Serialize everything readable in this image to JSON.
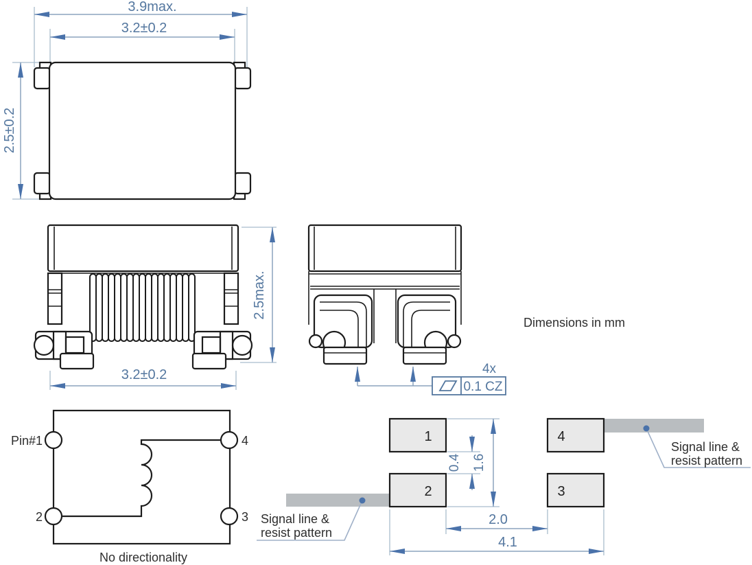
{
  "drawing_note": {
    "units_label": "Dimensions in mm"
  },
  "colors": {
    "drawing_line": "#1c1c1c",
    "dimension_line": "#8ba3bd",
    "dimension_arrow": "#4a72aa",
    "dimension_text": "#54779f",
    "pad_fill": "#e9e9e9",
    "signal_line_fill": "#b9bdc0",
    "label_text": "#2e2e2e"
  },
  "top_view": {
    "overall_width": "3.9max.",
    "body_width": "3.2±0.2",
    "body_depth": "2.5±0.2"
  },
  "front_view": {
    "max_height": "2.5max.",
    "body_width": "3.2±0.2"
  },
  "side_view": {
    "callout_count": "4x",
    "flatness_tolerance": "0.1 CZ"
  },
  "schematic": {
    "pin1_label": "Pin#1",
    "pin2_label": "2",
    "pin3_label": "3",
    "pin4_label": "4",
    "caption": "No directionality"
  },
  "land_pattern": {
    "pads": [
      {
        "label": "1"
      },
      {
        "label": "2"
      },
      {
        "label": "3"
      },
      {
        "label": "4"
      }
    ],
    "dims": {
      "pad_gap": "0.4",
      "pad_span": "1.6",
      "inner_spacing": "2.0",
      "overall_span": "4.1"
    },
    "signal_note_line1": "Signal line &",
    "signal_note_line2": "resist pattern"
  }
}
